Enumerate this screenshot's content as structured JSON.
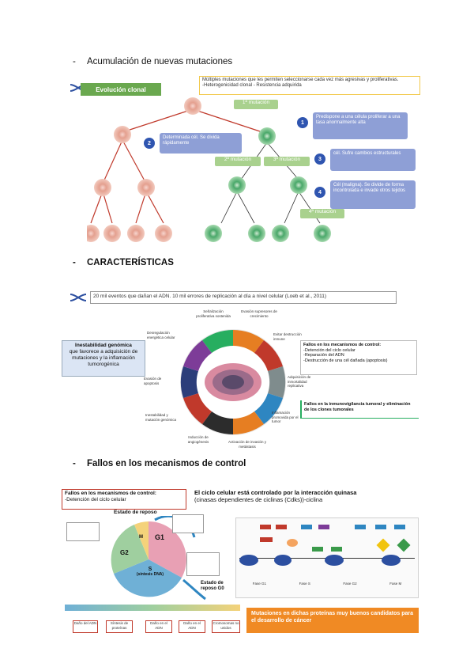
{
  "section1": {
    "heading": "Acumulación de nuevas mutaciones",
    "banner": "Evolución clonal",
    "note_line1": "Múltiples mutaciones que les permiten seleccionarse cada vez más agresivas y proliferativas.",
    "note_line2": "-Heterogenicidad clonal - Resistencia adquirida",
    "mut1": "1ª mutación",
    "mut2": "2ª mutación",
    "mut3": "3ª mutación",
    "mut4": "4ª mutación",
    "left_box": "Determinada cél. Se divida rápidamente",
    "steps": [
      {
        "num": "1",
        "text": "Predispone a una célula proliferar a una tasa anormalmente alta"
      },
      {
        "num": "2",
        "text": ""
      },
      {
        "num": "3",
        "text": "cél. Sufre cambios estructurales"
      },
      {
        "num": "4",
        "text": "Cél (maligna). Se divide de forma incontrolada e invade otros tejidos"
      }
    ]
  },
  "section2": {
    "heading": "CARACTERÍSTICAS",
    "quote": "20 mil eventos que dañan el ADN. 10 mil errores de replicación al día a nivel celular (Loeb et al., 2011)",
    "genomic_title": "Inestabilidad genómica",
    "genomic_text": "que favorece a adquisición de mutaciones y la inflamación tumorogénica",
    "control_title": "Fallos en los mecanismos de control:",
    "control_items": [
      "-Detención del ciclo celular",
      "-Reparación del ADN",
      "-Destrucción de una cél dañada (apoptosis)"
    ],
    "immune_text": "Fallos en la inmunovigilancia tumoral y eliminación de los clones tumorales",
    "wheel_labels": [
      "Señalización proliferativa sostenida",
      "Evasión supresores de crecimiento",
      "Evitar destrucción inmune",
      "Adquisición de inmortalidad replicativa",
      "Inflamación promovida por el tumor",
      "Activación de invasión y metástasis",
      "Inducción de angiogénesis",
      "Inestabilidad y mutación genómica",
      "Evasión de apoptosis",
      "Desregulación energética celular"
    ]
  },
  "section3": {
    "heading": "Fallos en los mecanismos de control",
    "control_title": "Fallos en los mecanismos de control:",
    "control_item": "-Detención del ciclo celular",
    "cycle_title": "El ciclo celular está controlado por la interacción quinasa",
    "cycle_sub": "(cinasas dependientes de ciclinas (Cdks))-ciclina",
    "rest_state": "Estado de reposo",
    "rest_state_g0": "Estado de reposo G0",
    "phase_g1": "G1",
    "phase_s": "S",
    "phase_s_sub": "(síntesis DNA)",
    "phase_g2": "G2",
    "phase_m": "M",
    "mutation_box": "Mutaciones en dichas proteínas muy buenos candidatos para el desarrollo de cáncer",
    "phase_row": [
      "Fase G1",
      "Fase S",
      "Fase G2",
      "Fase M"
    ],
    "stops": [
      "Daño del ADN",
      "Síntesis de proteínas",
      "Daño en el ADN",
      "Daño en el ADN",
      "Cromosomas no unidos"
    ]
  }
}
